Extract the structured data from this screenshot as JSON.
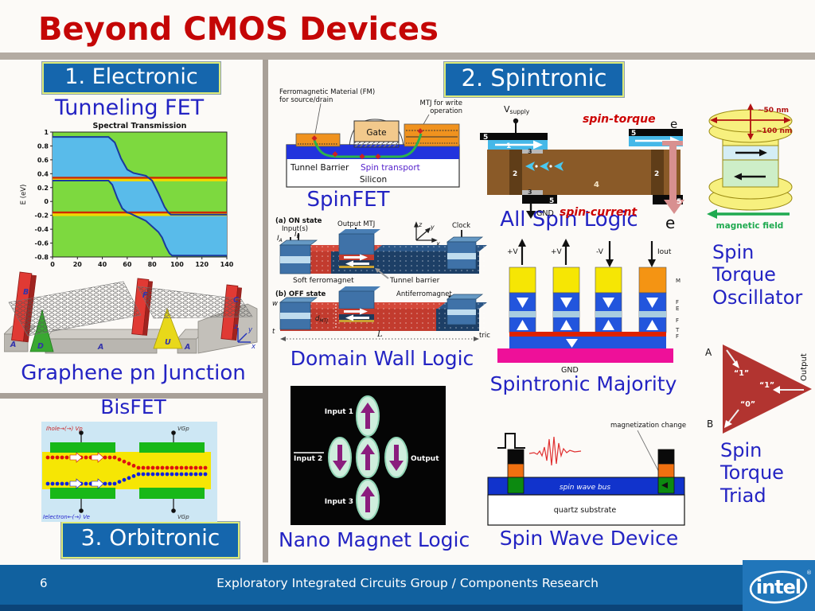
{
  "slide": {
    "title": "Beyond CMOS Devices"
  },
  "sections": {
    "electronic": "1. Electronic",
    "spintronic": "2. Spintronic",
    "orbitronic": "3. Orbitronic"
  },
  "tunneling_fet": {
    "label": "Tunneling FET",
    "chart_data": {
      "type": "area",
      "title": "Spectral Transmission",
      "ylabel": "E (eV)",
      "xlim": [
        0,
        140
      ],
      "ylim": [
        -0.8,
        1
      ],
      "xticks": [
        0,
        20,
        40,
        60,
        80,
        100,
        120,
        140
      ],
      "yticks": [
        1,
        0.8,
        0.6,
        0.4,
        0.2,
        0,
        -0.2,
        -0.4,
        -0.6,
        -0.8
      ],
      "band_upper_edge": [
        [
          0,
          0.93
        ],
        [
          45,
          0.93
        ],
        [
          50,
          0.85
        ],
        [
          55,
          0.62
        ],
        [
          60,
          0.46
        ],
        [
          65,
          0.41
        ],
        [
          75,
          0.37
        ],
        [
          80,
          0.3
        ],
        [
          85,
          0.12
        ],
        [
          90,
          -0.08
        ],
        [
          93,
          -0.16
        ],
        [
          95,
          -0.19
        ],
        [
          140,
          -0.19
        ]
      ],
      "band_lower_edge": [
        [
          0,
          0.3
        ],
        [
          45,
          0.3
        ],
        [
          48,
          0.24
        ],
        [
          52,
          0.05
        ],
        [
          56,
          -0.1
        ],
        [
          60,
          -0.16
        ],
        [
          62,
          -0.17
        ],
        [
          68,
          -0.22
        ],
        [
          75,
          -0.28
        ],
        [
          80,
          -0.36
        ],
        [
          85,
          -0.44
        ],
        [
          88,
          -0.52
        ],
        [
          91,
          -0.65
        ],
        [
          94,
          -0.75
        ],
        [
          96,
          -0.78
        ],
        [
          140,
          -0.78
        ]
      ],
      "fermi_levels": [
        0.33,
        -0.17
      ],
      "grid": false,
      "legend": "none",
      "colors": {
        "background": "#7dd93f",
        "band": "#59bbea",
        "edge": "#1a3a9e",
        "fermi": "#cc2a00",
        "fermi_under": "#f2d800"
      }
    }
  },
  "graphene": {
    "label": "Graphene pn Junction",
    "bar_b": "B",
    "bar_f": "F",
    "bar_c": "C",
    "base1": "A",
    "base2": "D",
    "base3": "A",
    "base4": "U",
    "base5": "A",
    "ax_z": "z",
    "ax_y": "y",
    "ax_x": "x"
  },
  "bisfet": {
    "label": "BisFET",
    "top_left": "Ihole→(→) Vp",
    "top_right": "VGp",
    "bottom_left": "Ielectron←(→) Ve",
    "bottom_right": "VGp"
  },
  "spinfet": {
    "label": "SpinFET",
    "fm_line1": "Ferromagnetic Material (FM)",
    "fm_line2": "for source/drain",
    "mtj_line1": "MTJ for write",
    "mtj_line2": "operation",
    "gate": "Gate",
    "tunnel_barrier": "Tunnel Barrier",
    "spin_transport": "Spin transport",
    "silicon": "Silicon"
  },
  "domain_wall": {
    "label": "Domain Wall Logic",
    "a_state": "(a) ON state",
    "inputs": "Input(s)",
    "ia_main": "I",
    "ia_sub": "A",
    "ib_main": "I",
    "ib_sub": "B",
    "output_mtj": "Output MTJ",
    "clock": "Clock",
    "soft_ferromagnet": "Soft ferromagnet",
    "tunnel_barrier": "Tunnel barrier",
    "b_state": "(b) OFF state",
    "antiferromagnet": "Antiferromagnet",
    "w": "w",
    "t": "t",
    "d_main": "d",
    "d_sub": "MTJ",
    "L": "L",
    "ax_z": "z",
    "ax_y": "y",
    "ax_x": "x"
  },
  "nanomagnet": {
    "label": "Nano Magnet Logic",
    "input1": "Input 1",
    "input2": "Input 2",
    "input3": "Input 3",
    "output": "Output"
  },
  "all_spin": {
    "label": "All Spin Logic",
    "v_main": "V",
    "v_sub": "supply",
    "gnd": "GND",
    "spin_torque": "spin-torque",
    "spin_current": "spin-current",
    "e_top": "e",
    "e_bottom": "e",
    "n5": "5",
    "n1": "1",
    "n2": "2",
    "n3": "3",
    "n4": "4"
  },
  "majority": {
    "label": "Spintronic Majority",
    "t1": "+V",
    "t2": "+V",
    "t3": "-V",
    "t4": "Iout",
    "gnd": "GND",
    "left_partial": "tric",
    "r1": "M",
    "r2": "F",
    "r3": "E",
    "r4": "F",
    "r5": "T",
    "r6": "F"
  },
  "spin_wave": {
    "label": "Spin Wave Device",
    "magnetization": "magnetization change",
    "bus": "spin wave bus",
    "substrate": "quartz substrate"
  },
  "oscillator": {
    "label_lines": [
      "Spin",
      "Torque",
      "Oscillator"
    ],
    "dim1": "~50 nm",
    "dim2": "~100 nm",
    "field": "magnetic field"
  },
  "triad": {
    "label_lines": [
      "Spin",
      "Torque",
      "Triad"
    ],
    "a": "A",
    "b": "B",
    "output": "Output",
    "v1": "“1”",
    "v2": "“1”",
    "v0": "“0”"
  },
  "footer": {
    "page": "6",
    "text": "Exploratory Integrated Circuits Group / Components Research",
    "brand": "intel",
    "reg": "®"
  }
}
